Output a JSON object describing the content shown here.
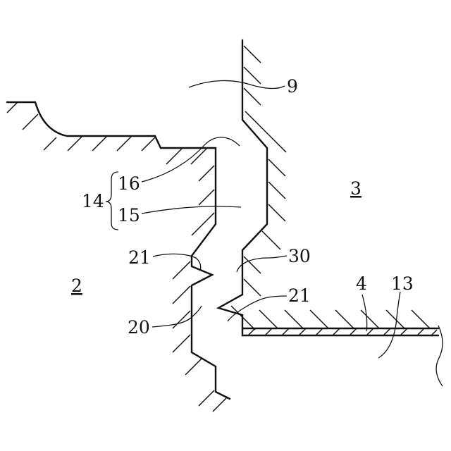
{
  "labels": {
    "region_2": "2",
    "region_3": "3",
    "ref_4": "4",
    "ref_9": "9",
    "ref_13": "13",
    "ref_14": "14",
    "ref_15": "15",
    "ref_16": "16",
    "ref_20": "20",
    "ref_21_upper": "21",
    "ref_21_lower": "21",
    "ref_30": "30"
  },
  "colors": {
    "line": "#111111",
    "background": "#ffffff"
  }
}
